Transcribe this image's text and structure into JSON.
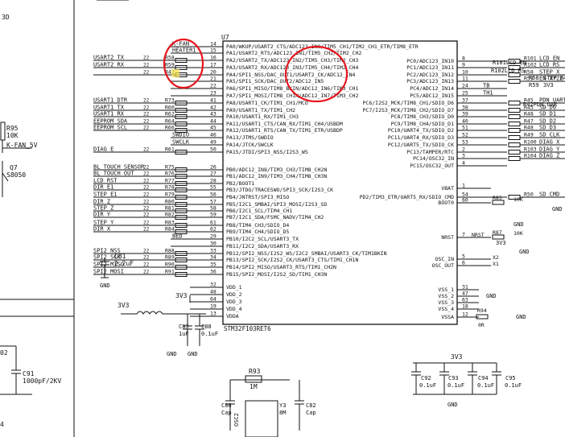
{
  "chip": {
    "ref": "U7",
    "part": "STM32F103RET6",
    "left_pins": [
      {
        "num": "14",
        "name": "PA0/WKUP/USART2_CTS/ADC123_IN0/TIM5_CH1/TIM2_CH1_ETR/TIM8_ETR",
        "net": "K-FAN",
        "res": ""
      },
      {
        "num": "15",
        "name": "PA1/USART2_RTS/ADC123_IN1/TIM5_CH2/TIM2_CH2",
        "net": "HEATER1",
        "res": ""
      },
      {
        "num": "16",
        "name": "PA2/USART2_TX/ADC123_IN2/TIM5_CH3/TIM2_CH3",
        "net": "USART2_TX",
        "res": "R58"
      },
      {
        "num": "17",
        "name": "PA3/USART2_RX/ADC123_IN3/TIM5_CH4/TIM2_CH4",
        "net": "USART2_RX",
        "res": "R59"
      },
      {
        "num": "20",
        "name": "PA4/SPI1_NSS/DAC_OUT1/USART2_CK/ADC12_IN4",
        "net": "",
        "res": "R42"
      },
      {
        "num": "21",
        "name": "PA5/SPI1_SCK/DAC_OUT2/ADC12_IN5",
        "net": "",
        "res": ""
      },
      {
        "num": "22",
        "name": "PA6/SPI1_MISO/TIM8_BKIN/ADC12_IN6/TIM3_CH1",
        "net": "",
        "res": ""
      },
      {
        "num": "23",
        "name": "PA7/SPI1_MOSI/TIM8_CH1N/ADC12_IN7/TIM3_CH2",
        "net": "",
        "res": ""
      },
      {
        "num": "41",
        "name": "PA8/USART1_CK/TIM1_CH1/MCO",
        "net": "USART1_DTR",
        "res": "R73"
      },
      {
        "num": "42",
        "name": "PA9/USART1_TX/TIM1_CH2",
        "net": "USART1_TX",
        "res": "R60"
      },
      {
        "num": "43",
        "name": "PA10/USART1_RX/TIM1_CH3",
        "net": "USART1_RX",
        "res": "R62"
      },
      {
        "num": "44",
        "name": "PA11/USART1_CTS/CAN_RX/TIM1_CH4/USBDM",
        "net": "EEPROM_SDA",
        "res": "R64"
      },
      {
        "num": "45",
        "name": "PA12/USART1_RTS/CAN_TX/TIM1_ETR/USBDP",
        "net": "EEPROM_SCL",
        "res": "R66"
      },
      {
        "num": "46",
        "name": "PA13/JTMS/SWDIO",
        "net": "SWDIO",
        "res": ""
      },
      {
        "num": "49",
        "name": "PA14/JTCK/SWCLK",
        "net": "SWCLK",
        "res": ""
      },
      {
        "num": "50",
        "name": "PA15/JTDI/SPI3_NSS/I2S3_WS",
        "net": "DIAG_E",
        "res": "R61"
      },
      {
        "num": "26",
        "name": "PB0/ADC12_IN8/TIM3_CH3/TIM8_CH2N",
        "net": "BL_TOUCH_SENSOR",
        "res": "R75"
      },
      {
        "num": "27",
        "name": "PB1/ADC12_IN9/TIM3_CH4/TIM8_CH3N",
        "net": "BL_TOUCH_OUT",
        "res": "R76"
      },
      {
        "num": "28",
        "name": "PB2/BOOT1",
        "net": "LCD_RST",
        "res": "R77"
      },
      {
        "num": "55",
        "name": "PB3/JTDO/TRACESWO/SPI3_SCK/I2S3_CK",
        "net": "DIR_E1",
        "res": "R78"
      },
      {
        "num": "56",
        "name": "PB4/JNTRST/SPI3_MISO",
        "net": "STEP_E1",
        "res": "R79"
      },
      {
        "num": "57",
        "name": "PB5/I2C1_SMBAI/SPI3_MOSI/I2S3_SD",
        "net": "DIR_Z",
        "res": "R80"
      },
      {
        "num": "58",
        "name": "PB6/I2C1_SCL/TIM4_CH1",
        "net": "STEP_Z",
        "res": "R81"
      },
      {
        "num": "59",
        "name": "PB7/I2C1_SDA/FSMC_NADV/TIM4_CH2",
        "net": "DIR_Y",
        "res": "R82"
      },
      {
        "num": "61",
        "name": "PB8/TIM4_CH3/SDIO_D4",
        "net": "STEP_Y",
        "res": "R83"
      },
      {
        "num": "62",
        "name": "PB9/TIM4_CH4/SDIO_D5",
        "net": "DIR_X",
        "res": "R84"
      },
      {
        "num": "29",
        "name": "PB10/I2C2_SCL/USART3_TX",
        "net": "BED",
        "res": ""
      },
      {
        "num": "30",
        "name": "PB11/I2C2_SDA/USART3_RX",
        "net": "",
        "res": ""
      },
      {
        "num": "33",
        "name": "PB12/SPI2_NSS/I2S2_WS/I2C2_SMBAI/USART3_CK/TIM1BKIN",
        "net": "SPI2_NSS",
        "res": "R88"
      },
      {
        "num": "34",
        "name": "PB13/SPI2_SCK/I2S2_CK/USART3_CTS/TIM1_CH1N",
        "net": "SPI2_SCK",
        "res": "R89"
      },
      {
        "num": "35",
        "name": "PB14/SPI2_MISO/USART3_RTS/TIM1_CH2N",
        "net": "SPI2_MISO",
        "res": "R90"
      },
      {
        "num": "36",
        "name": "PB15/SPI2_MOSI/I2S2_SD/TIM1_CH3N",
        "net": "SPI2_MOSI",
        "res": "R91"
      }
    ],
    "right_pins": [
      {
        "num": "8",
        "name": "PC0/ADC123_IN10",
        "net": "LCD_EN",
        "res": "R101"
      },
      {
        "num": "9",
        "name": "PC1/ADC123_IN11",
        "net": "LCD_RS",
        "res": "R102"
      },
      {
        "num": "10",
        "name": "PC2/ADC123_IN12",
        "net": "STEP_X",
        "res": "R58"
      },
      {
        "num": "11",
        "name": "PC3/ADC123_IN13",
        "net": "EN_XYZE4.7K",
        "res": "R59"
      },
      {
        "num": "24",
        "name": "PC4/ADC12_IN14",
        "net": "TB",
        "res": ""
      },
      {
        "num": "25",
        "name": "PC5/ADC12_IN15",
        "net": "TH1",
        "res": ""
      },
      {
        "num": "37",
        "name": "PC6/I2S2_MCK/TIM8_CH1/SDIO_D6",
        "net": "PDN_UART",
        "res": "R45"
      },
      {
        "num": "38",
        "name": "PC7/I2S3_MCK/TIM8_CH2/SDIO_D7",
        "net": "SD_D0",
        "res": "R45"
      },
      {
        "num": "39",
        "name": "PC8/TIM8_CH3/SDIO_D0",
        "net": "SD_D1",
        "res": "R48"
      },
      {
        "num": "40",
        "name": "PC9/TIM8_CH4/SDIO_D1",
        "net": "SD_D2",
        "res": "R47"
      },
      {
        "num": "51",
        "name": "PC10/UART4_TX/SDIO_D2",
        "net": "SD_D3",
        "res": "R48"
      },
      {
        "num": "52",
        "name": "PC11/UART4_RX/SDIO_D3",
        "net": "SD_CLK",
        "res": "R49"
      },
      {
        "num": "53",
        "name": "PC12/UART5_TX/SDIO_CK",
        "net": "DIAG_X",
        "res": "R100"
      },
      {
        "num": "2",
        "name": "PC13/TAMPER/RTC",
        "net": "DIAG_Y",
        "res": "R103"
      },
      {
        "num": "3",
        "name": "PC14/OSC32_IN",
        "net": "DIAG_Z",
        "res": "R104"
      },
      {
        "num": "4",
        "name": "PC15/OSC32_OUT",
        "net": "",
        "res": ""
      },
      {
        "num": "54",
        "name": "PD2/TIM3_ETR/UART5_RX/SDIO_CMD",
        "net": "SD_CMD",
        "res": "R50"
      }
    ],
    "power_left": [
      {
        "num": "32",
        "name": "VDD_1"
      },
      {
        "num": "48",
        "name": "VDD_2"
      },
      {
        "num": "64",
        "name": "VDD_3"
      },
      {
        "num": "19",
        "name": "VDD_4"
      },
      {
        "num": "13",
        "name": "VDDA"
      }
    ],
    "power_right": [
      {
        "num": "31",
        "name": "VSS_1"
      },
      {
        "num": "47",
        "name": "VSS_2"
      },
      {
        "num": "63",
        "name": "VSS_3"
      },
      {
        "num": "18",
        "name": "VSS_4"
      },
      {
        "num": "12",
        "name": "VSSA"
      }
    ],
    "misc_right": [
      {
        "num": "1",
        "name": "VBAT"
      },
      {
        "num": "60",
        "name": "BOOT0"
      },
      {
        "num": "7",
        "name": "NRST"
      },
      {
        "num": "5",
        "name": "OSC_IN"
      },
      {
        "num": "6",
        "name": "OSC_OUT"
      }
    ]
  },
  "left_panel": {
    "label_top": "3D",
    "q7": {
      "ref": "Q7",
      "part": "S8050"
    },
    "r95": {
      "ref": "R95",
      "value": "10K"
    },
    "net": "K-FAN_5V",
    "c91": {
      "ref": "C91",
      "value": "1000pF/2KV"
    },
    "num1": "02",
    "num2": "4"
  },
  "passives": {
    "c81": {
      "ref": "C81",
      "value": "2.2uF"
    },
    "c83": {
      "ref": "C83",
      "value": "1uF"
    },
    "c88": {
      "ref": "C88",
      "value": "0.1uF"
    },
    "c86": {
      "ref": "C86",
      "value": "Cap"
    },
    "c82": {
      "ref": "C82",
      "value": "Cap"
    },
    "r93": {
      "ref": "R93",
      "value": "1M"
    },
    "r85": {
      "ref": "R85",
      "value": "10K"
    },
    "r87": {
      "ref": "R87",
      "value": "10K"
    },
    "r94": {
      "ref": "R94",
      "value": "0R"
    },
    "c92": {
      "ref": "C92",
      "value": "0.1uF"
    },
    "c93": {
      "ref": "C93",
      "value": "0.1uF"
    },
    "c94": {
      "ref": "C94",
      "value": "0.1uF"
    },
    "c95": {
      "ref": "C95",
      "value": "0.1uF"
    },
    "osc": "OSC2",
    "y3": "Y3",
    "y3v": "8M"
  },
  "nets": {
    "v33": "3V3",
    "gnd": "GND",
    "nrst": "NRST",
    "x1": "X1",
    "x2": "X2",
    "r42pdn": "R42PDN_UAR",
    "lcd_en_top": "R101LCD_EN",
    "r102": "R102LCD_RS",
    "r58": "R58",
    "step_x": "STEP_X",
    "r59": "R59",
    "v33b": "3V3"
  },
  "annotations": {
    "highlight_text": "USART2_CK",
    "color": "#e8141c"
  }
}
